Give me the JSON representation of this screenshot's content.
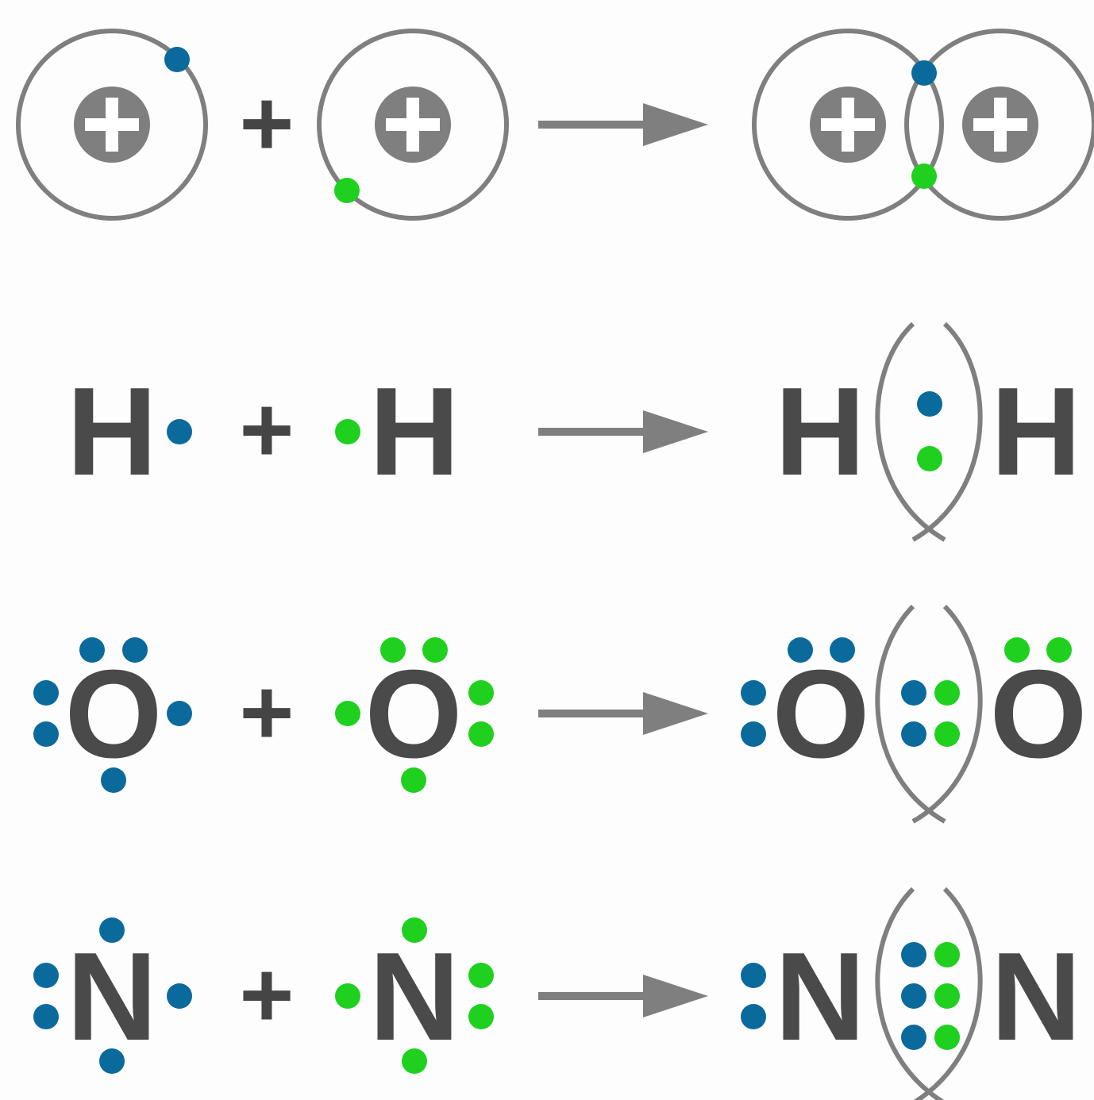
{
  "colors": {
    "electron_a": "#0b6a9c",
    "electron_b": "#1fd01f",
    "orbit": "#7f7f7f",
    "symbol": "#4a4a4a",
    "background": "#fdfdfd"
  },
  "rows": [
    {
      "id": "shell-model",
      "reactants": [
        "nucleus-plus",
        "nucleus-plus"
      ],
      "operator": "+",
      "product": [
        "nucleus-plus",
        "nucleus-plus"
      ]
    },
    {
      "id": "hydrogen",
      "reactant_a": "H",
      "operator": "+",
      "reactant_b": "H",
      "product_left": "H",
      "product_right": "H"
    },
    {
      "id": "oxygen",
      "reactant_a": "O",
      "operator": "+",
      "reactant_b": "O",
      "product_left": "O",
      "product_right": "O"
    },
    {
      "id": "nitrogen",
      "reactant_a": "N",
      "operator": "+",
      "reactant_b": "N",
      "product_left": "N",
      "product_right": "N"
    }
  ]
}
